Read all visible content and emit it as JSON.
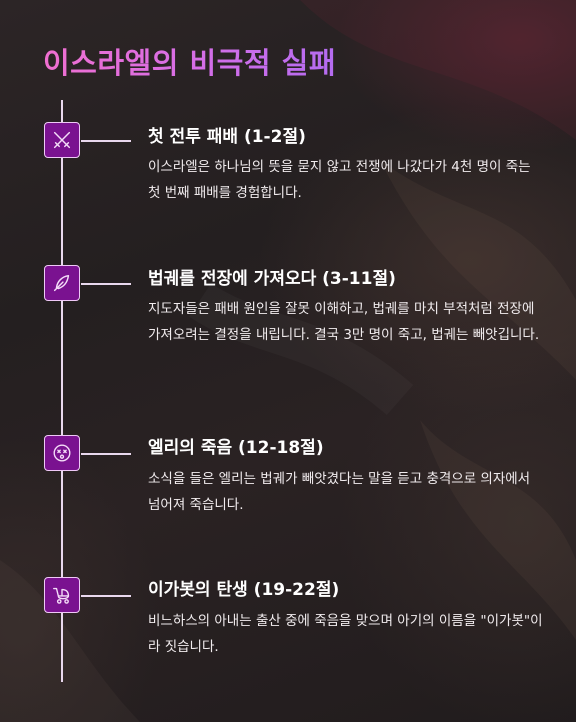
{
  "title": "이스라엘의 비극적 실패",
  "events": [
    {
      "icon": "crossed-swords-icon",
      "title": "첫 전투 패배 (1-2절)",
      "description": "이스라엘은 하나님의 뜻을 묻지 않고 전쟁에 나갔다가 4천 명이 죽는 첫 번째 패배를 경험합니다."
    },
    {
      "icon": "feather-quill-icon",
      "title": "법궤를 전장에 가져오다 (3-11절)",
      "description": "지도자들은 패배 원인을 잘못 이해하고, 법궤를 마치 부적처럼 전장에 가져오려는 결정을 내립니다. 결국 3만 명이 죽고, 법궤는 빼앗깁니다."
    },
    {
      "icon": "dizzy-face-icon",
      "title": "엘리의 죽음 (12-18절)",
      "description": "소식을 들은 엘리는 법궤가 빼앗겼다는 말을 듣고 충격으로 의자에서 넘어져 죽습니다."
    },
    {
      "icon": "baby-carriage-icon",
      "title": "이가봇의 탄생 (19-22절)",
      "description": "비느하스의 아내는 출산 중에 죽음을 맞으며 아기의 이름을 \"이가봇\"이라 짓습니다."
    }
  ],
  "colors": {
    "accent": "#7a1290",
    "title_gradient_start": "#f06fd0",
    "title_gradient_end": "#b46cf0",
    "line": "#e9d8ee"
  }
}
